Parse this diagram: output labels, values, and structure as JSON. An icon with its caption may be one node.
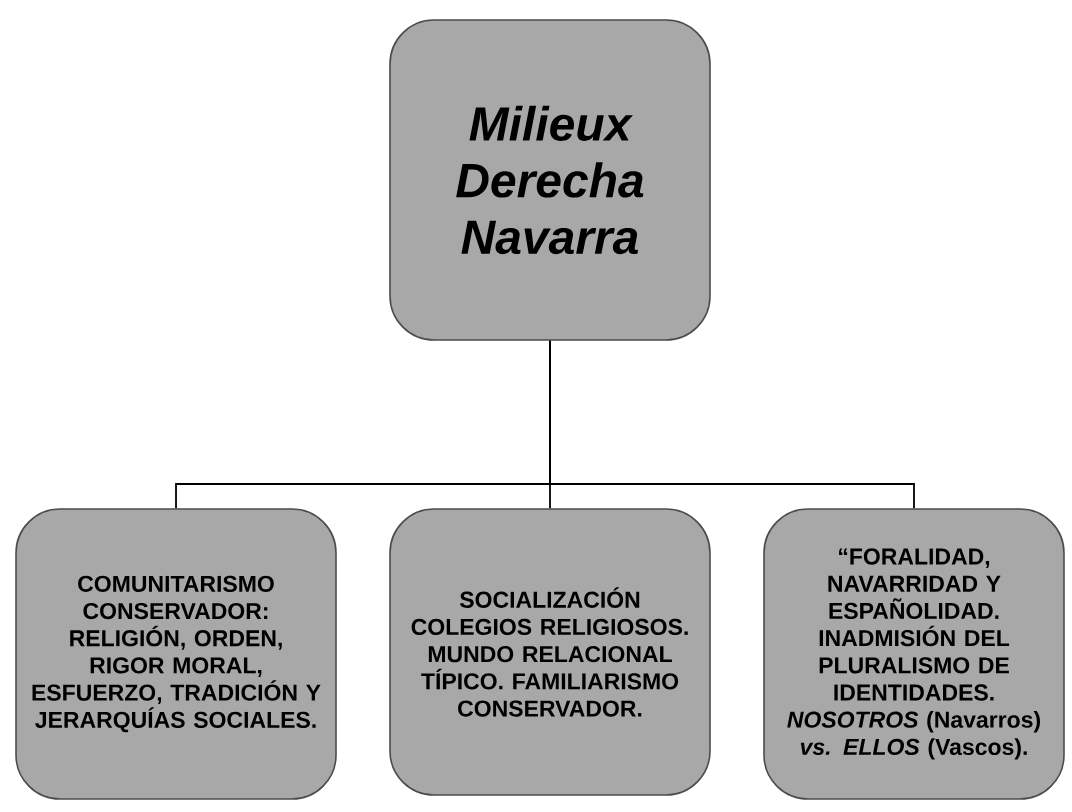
{
  "diagram": {
    "nodes": [
      {
        "text": [
          "Milieux Derecha Navarra"
        ]
      },
      {
        "text": [
          "COMUNITARISMO CONSERVADOR: RELIGIÓN, ORDEN, RIGOR MORAL, ESFUERZO, TRADICIÓN Y JERARQUÍAS SOCIALES."
        ]
      },
      {
        "text": [
          "SOCIALIZACIÓN COLEGIOS RELIGIOSOS. MUNDO RELACIONAL TÍPICO. FAMILIARISMO CONSERVADOR."
        ]
      },
      {
        "text": [
          "“FORALIDAD, NAVARRIDAD Y ESPAÑOLIDAD. INADMISIÓN DEL PLURALISMO DE IDENTIDADES. *NOSOTROS* (Navarros) *vs. ELLOS* (Vascos)."
        ]
      }
    ],
    "edges": [
      {
        "from": 0,
        "to": 1,
        "arrow": "none"
      },
      {
        "from": 0,
        "to": 2,
        "arrow": "none"
      },
      {
        "from": 0,
        "to": 3,
        "arrow": "none"
      }
    ]
  }
}
